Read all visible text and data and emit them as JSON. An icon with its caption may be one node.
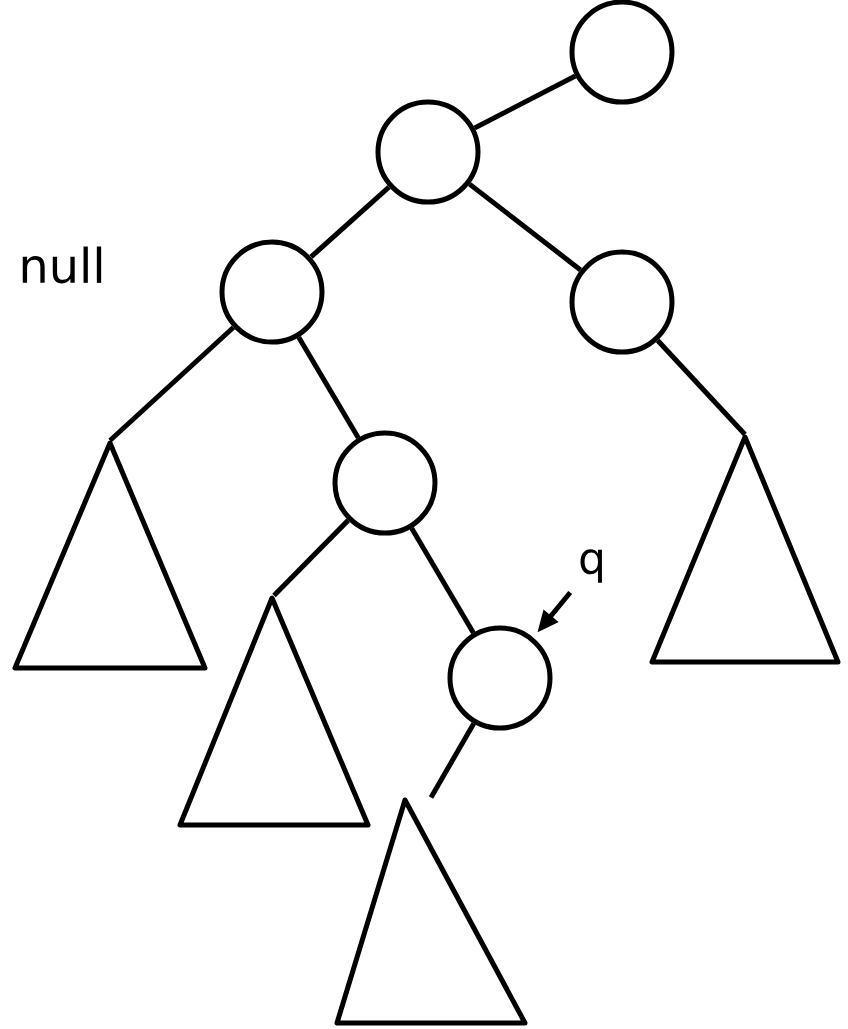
{
  "diagram": {
    "nodes": [
      {
        "text": [],
        "shape": "circle"
      },
      {
        "text": [],
        "shape": "circle"
      },
      {
        "text": [],
        "shape": "circle"
      },
      {
        "text": [],
        "shape": "circle"
      },
      {
        "text": [],
        "shape": "triangle"
      },
      {
        "text": [],
        "shape": "circle"
      },
      {
        "text": [],
        "shape": "triangle"
      },
      {
        "text": [
          "q"
        ]
      },
      {
        "text": [],
        "shape": "triangle"
      },
      {
        "text": [],
        "shape": "circle"
      },
      {
        "text": [],
        "shape": "triangle"
      }
    ],
    "edges": [
      {
        "from": 0,
        "to": 1,
        "arrow": "none"
      },
      {
        "from": 1,
        "to": 2,
        "arrow": "none"
      },
      {
        "from": 1,
        "to": 3,
        "arrow": "none"
      },
      {
        "from": 2,
        "to": 4,
        "arrow": "none"
      },
      {
        "from": 2,
        "to": 5,
        "arrow": "none"
      },
      {
        "from": 3,
        "to": 6,
        "arrow": "none"
      },
      {
        "from": 5,
        "to": 8,
        "arrow": "none"
      },
      {
        "from": 5,
        "to": 9,
        "arrow": "none"
      },
      {
        "from": 9,
        "to": 10,
        "arrow": "none"
      },
      {
        "from": 7,
        "to": 9,
        "arrow": "to"
      }
    ],
    "labels": [
      "null"
    ]
  }
}
